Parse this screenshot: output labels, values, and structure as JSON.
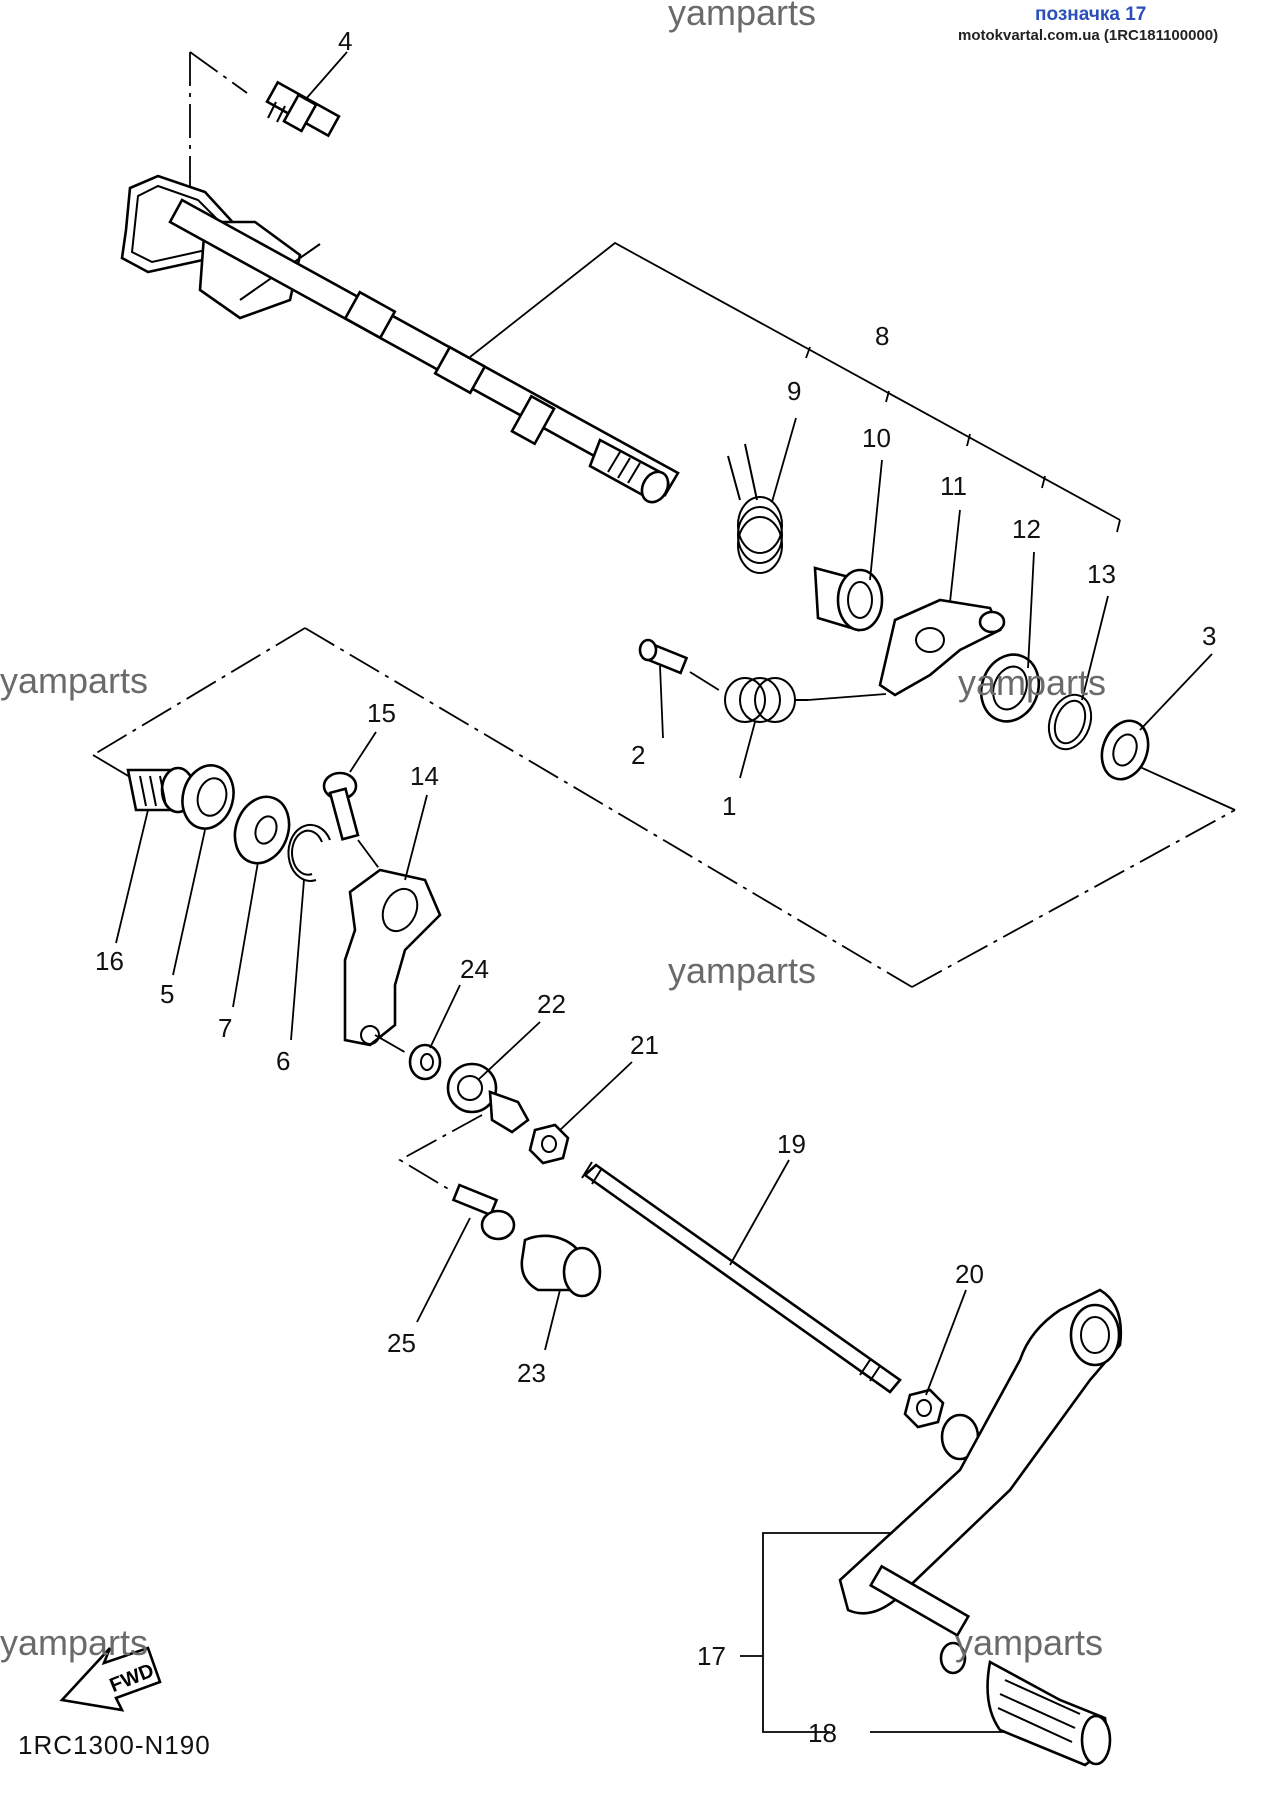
{
  "header": {
    "title": "позначка 17",
    "site": "motokvartal.com.ua (1RC181100000)"
  },
  "watermarks": [
    "yamparts",
    "yamparts",
    "yamparts",
    "yamparts",
    "yamparts",
    "yamparts"
  ],
  "diagram_code": "1RC1300-N190",
  "fwd_label": "FWD",
  "callouts": {
    "c1": "1",
    "c2": "2",
    "c3": "3",
    "c4": "4",
    "c5": "5",
    "c6": "6",
    "c7": "7",
    "c8": "8",
    "c9": "9",
    "c10": "10",
    "c11": "11",
    "c12": "12",
    "c13": "13",
    "c14": "14",
    "c15": "15",
    "c16": "16",
    "c17": "17",
    "c18": "18",
    "c19": "19",
    "c20": "20",
    "c21": "21",
    "c22": "22",
    "c23": "23",
    "c24": "24",
    "c25": "25"
  }
}
